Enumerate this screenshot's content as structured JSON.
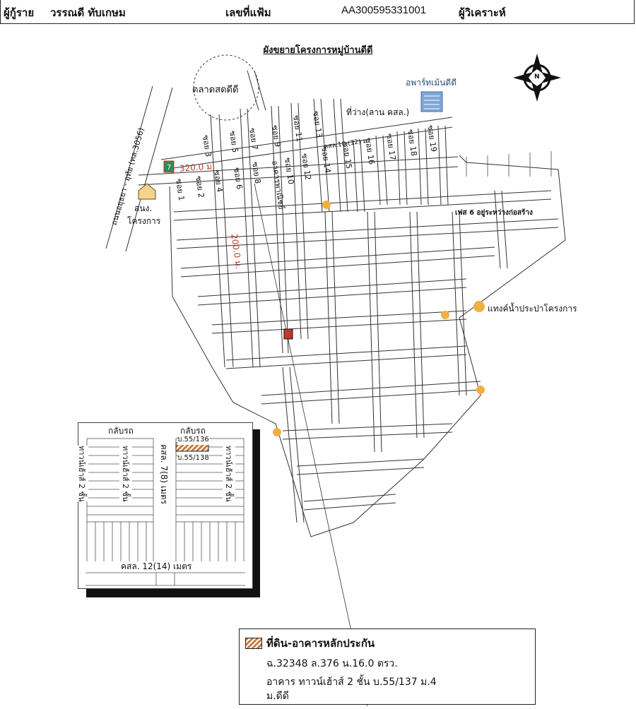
{
  "header": {
    "borrower_label": "ผู้กู้ราย",
    "borrower_name": "วรรณดี  ทับเกษม",
    "file_label": "เลขที่แฟ้ม",
    "file_number": "AA300595331001",
    "analyst_label": "ผู้วิเคราะห์"
  },
  "map": {
    "title": "ผังขยายโครงการหมู่บ้านดีดี",
    "market_label": "ตลาดสดดีดี",
    "apartment_label": "อพาร์ทเม้นดีดี",
    "vacant_label": "ที่ว่าง(ลาน คสล.)",
    "highway_label": "ถนนอยุธยา - อุทัย (ทล.3056)",
    "distance_1": "200.0 ม.",
    "distance_2": "320.0 ม.",
    "office_label_1": "สนง.",
    "office_label_2": "โครงการ",
    "main_road_label": "คสล.10 (12) ม.",
    "commercial_label": "อาคารพาณิชย์",
    "phase_label": "เฟส 6 อยู่ระหว่างก่อสร้าง",
    "water_tank_label": "แทงค์น้ำประปาโครงการ",
    "north_symbol": "N",
    "sois": [
      "ซอย 1",
      "ซอย 2",
      "ซอย 3",
      "ซอย 4",
      "ซอย 5",
      "ซอย 6",
      "ซอย 7",
      "ซอย 8",
      "ซอย 9",
      "ซอย 10",
      "ซอย 11",
      "ซอย 12",
      "ซอย 13",
      "ซอย 14",
      "ซอย 15",
      "ซอย 16",
      "ซอย 17",
      "ซอย 18",
      "ซอย 19"
    ],
    "colors": {
      "road_line": "#333333",
      "distance_text": "#c0392b",
      "tank": "#f0b040",
      "building": "#7fa6d6"
    }
  },
  "inset": {
    "turn_left": "กลับรถ",
    "turn_right": "กลับรถ",
    "house_no_1": "บ.55/136",
    "house_no_2": "บ.55/138",
    "townhouse_label_1": "ทาวน์เฮ้าส์ 2 ชั้น",
    "townhouse_label_2": "ทาวน์เฮ้าส์ 2 ชั้น",
    "townhouse_label_3": "ทาวน์เฮ้าส์ 2 ชั้น",
    "side_road": "คสล. 7(8) เมตร",
    "bottom_road": "คสล. 12(14) เมตร"
  },
  "legend": {
    "title": "ที่ดิน-อาคารหลักประกัน",
    "deed": "ฉ.32348 ล.376 น.16.0 ตรว.",
    "building_line1": "อาคาร ทาวน์เฮ้าส์ 2 ชั้น บ.55/137 ม.4",
    "building_line2": "ม.ดีดี"
  }
}
